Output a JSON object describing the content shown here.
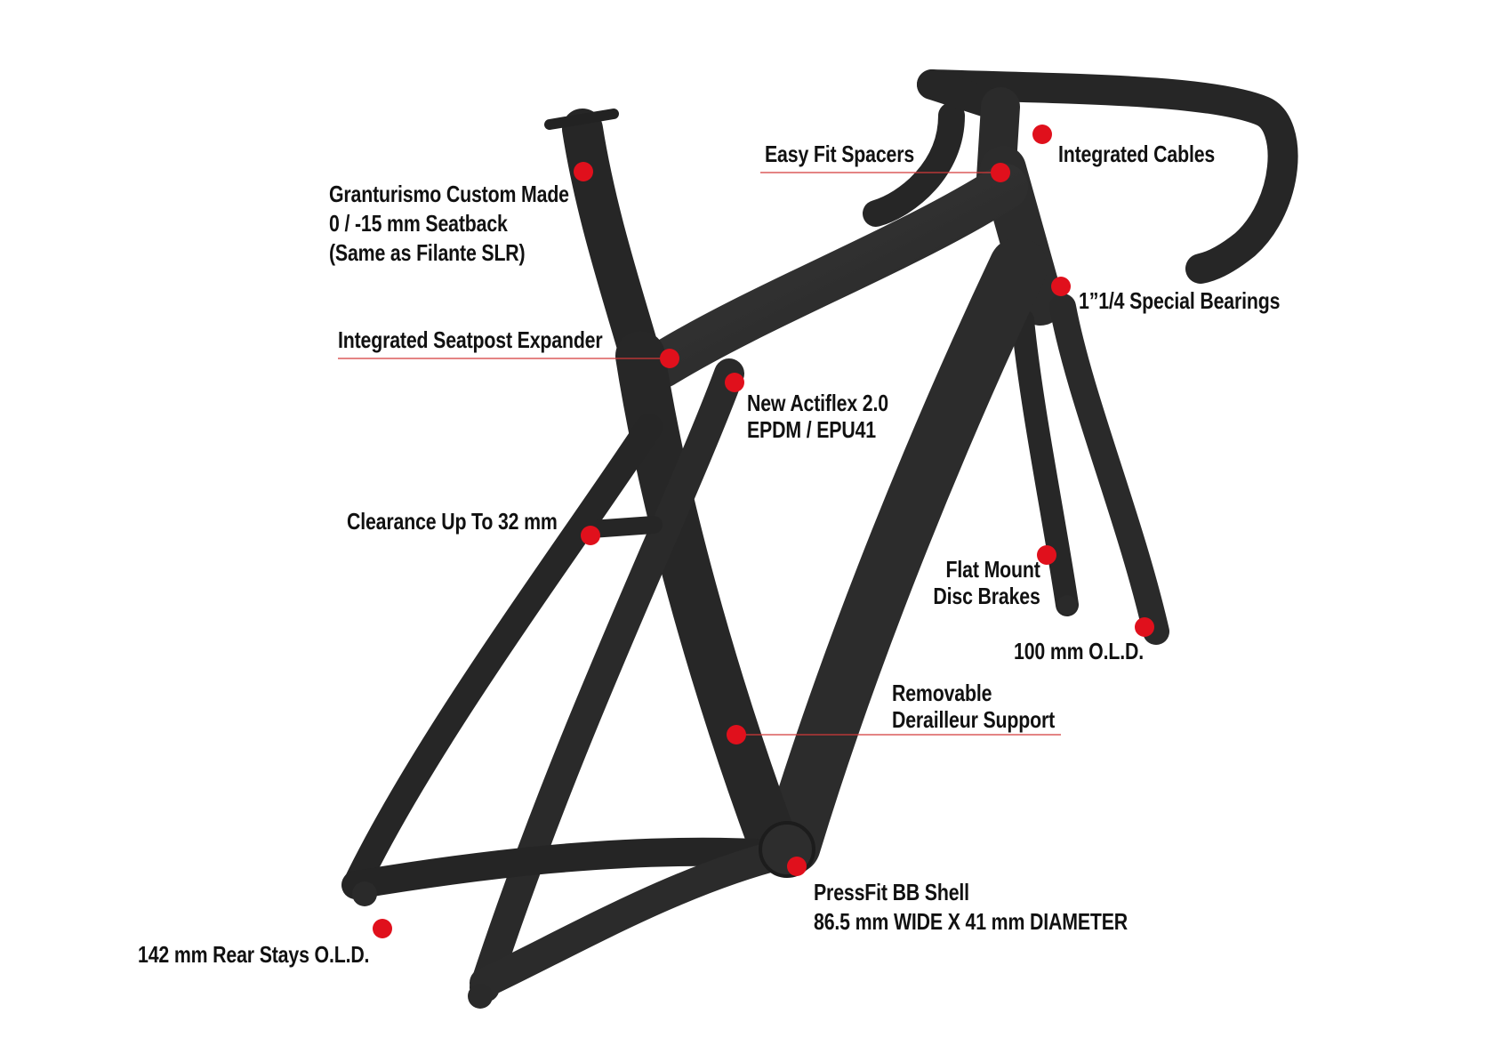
{
  "colors": {
    "frame": "#2e2e2e",
    "frame_shade": "#1c1c1c",
    "frame_light": "#4a4a4a",
    "marker": "#e0101c",
    "leader": "#d33a3a",
    "text": "#111111"
  },
  "labels": {
    "seatback": [
      "Granturismo Custom Made",
      "0 / -15 mm Seatback",
      "(Same as Filante SLR)"
    ],
    "expander": "Integrated Seatpost Expander",
    "actiflex": [
      "New Actiflex 2.0",
      "EPDM / EPU41"
    ],
    "clearance": "Clearance Up To 32 mm",
    "spacers": "Easy Fit Spacers",
    "cables": "Integrated Cables",
    "bearings": "1”1/4 Special Bearings",
    "disc": [
      "Flat Mount",
      "Disc Brakes"
    ],
    "fork_old": "100 mm O.L.D.",
    "derailleur": [
      "Removable",
      "Derailleur Support"
    ],
    "bb": [
      "PressFit BB Shell",
      "86.5 mm WIDE X 41 mm DIAMETER"
    ],
    "rear_old": "142 mm Rear Stays O.L.D."
  }
}
